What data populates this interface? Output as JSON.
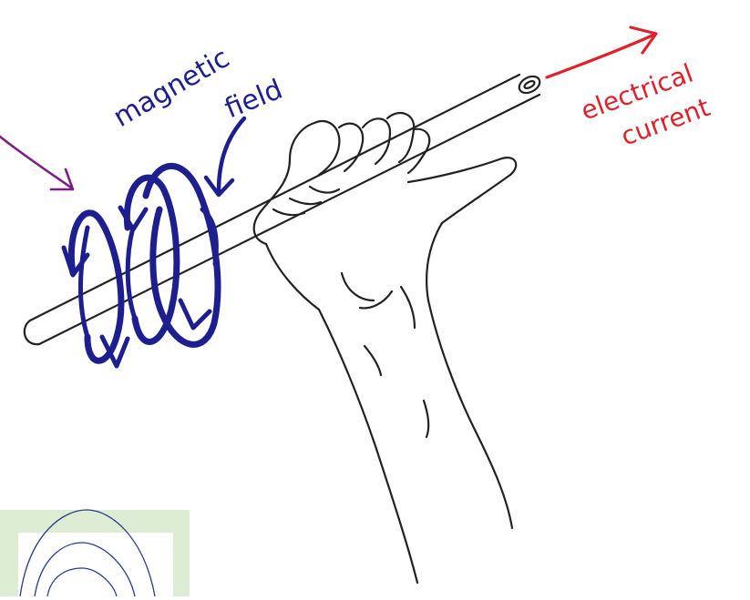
{
  "labels": {
    "magnetic": "magnetic",
    "field": "field",
    "electrical": "electrical",
    "current": "current"
  },
  "colors": {
    "ink": "#222222",
    "field": "#1d1f8f",
    "current": "#e0202a",
    "pointer": "#7a1f86",
    "inset_bg": "#dcedd4",
    "inset_panel": "#ffffff",
    "inset_lines": "#2b3a8a"
  },
  "icons": {
    "pointer": "arrow-icon",
    "current": "arrow-right-icon"
  }
}
